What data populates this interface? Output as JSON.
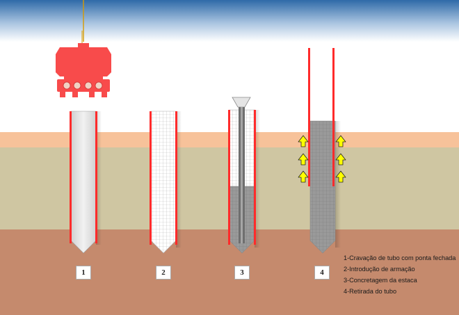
{
  "colors": {
    "sky_top": "#2f6aa8",
    "sky_band": "#a9c4e0",
    "topsoil": "#f7c29a",
    "middle_layer": "#cfc6a2",
    "bottom_layer": "#c58a6d",
    "tube": "#ff2b2b",
    "hammer": "#f84b4b",
    "concrete": "#9a9a9a",
    "arrow": "#ffff00"
  },
  "icons": {
    "hammer": "pile-driving-hammer-icon",
    "funnel": "concrete-funnel-icon",
    "arrow": "up-arrow-icon"
  },
  "steps": [
    {
      "number": "1"
    },
    {
      "number": "2"
    },
    {
      "number": "3"
    },
    {
      "number": "4"
    }
  ],
  "legend": [
    "1-Cravação de tubo com ponta fechada",
    "2-Introdução de armação",
    "3-Concretagem da estaca",
    "4-Retirada do tubo"
  ]
}
